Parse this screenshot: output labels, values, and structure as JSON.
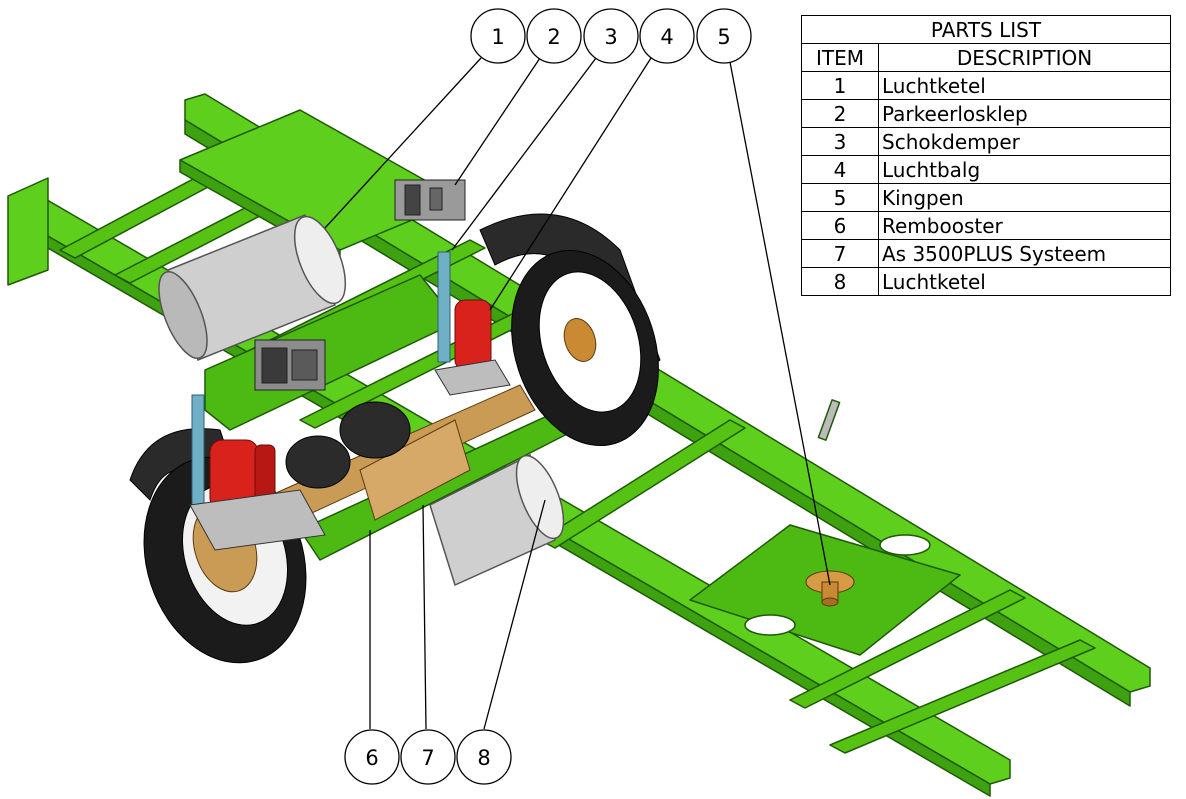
{
  "parts_list": {
    "title": "PARTS LIST",
    "headers": {
      "item": "ITEM",
      "description": "DESCRIPTION"
    },
    "rows": [
      {
        "item": "1",
        "description": "Luchtketel"
      },
      {
        "item": "2",
        "description": "Parkeerlosklep"
      },
      {
        "item": "3",
        "description": "Schokdemper"
      },
      {
        "item": "4",
        "description": "Luchtbalg"
      },
      {
        "item": "5",
        "description": "Kingpen"
      },
      {
        "item": "6",
        "description": "Rembooster"
      },
      {
        "item": "7",
        "description": "As 3500PLUS Systeem"
      },
      {
        "item": "8",
        "description": "Luchtketel"
      }
    ]
  },
  "balloons": [
    "1",
    "2",
    "3",
    "4",
    "5",
    "6",
    "7",
    "8"
  ],
  "colors": {
    "frame": "#5ecf1c",
    "frame_dark": "#2f7d0a",
    "air_spring": "#d8221b",
    "shock": "#6fb0c6",
    "tank": "#d6d6d6",
    "tire": "#1b1b1b",
    "axle": "#c99b55"
  }
}
